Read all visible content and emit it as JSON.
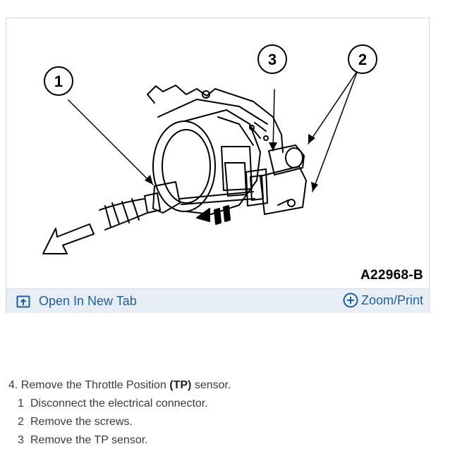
{
  "figure": {
    "id_label": "A22968-B",
    "callouts": [
      "1",
      "2",
      "3"
    ]
  },
  "toolbar": {
    "open_tab_label": "Open In New Tab",
    "zoom_label": "Zoom/Print",
    "open_tab_icon": "open-in-new-tab-icon",
    "zoom_icon": "plus-circle-icon",
    "link_color": "#1d5e9e",
    "bar_color": "#e7eef6"
  },
  "steps": {
    "main": {
      "number": "4.",
      "text_before": "Remove the Throttle Position",
      "bold": "(TP)",
      "text_after": "sensor."
    },
    "substeps": [
      {
        "num": "1",
        "text": "Disconnect the electrical connector."
      },
      {
        "num": "2",
        "text": "Remove the screws."
      },
      {
        "num": "3",
        "text": "Remove the TP sensor."
      }
    ]
  }
}
